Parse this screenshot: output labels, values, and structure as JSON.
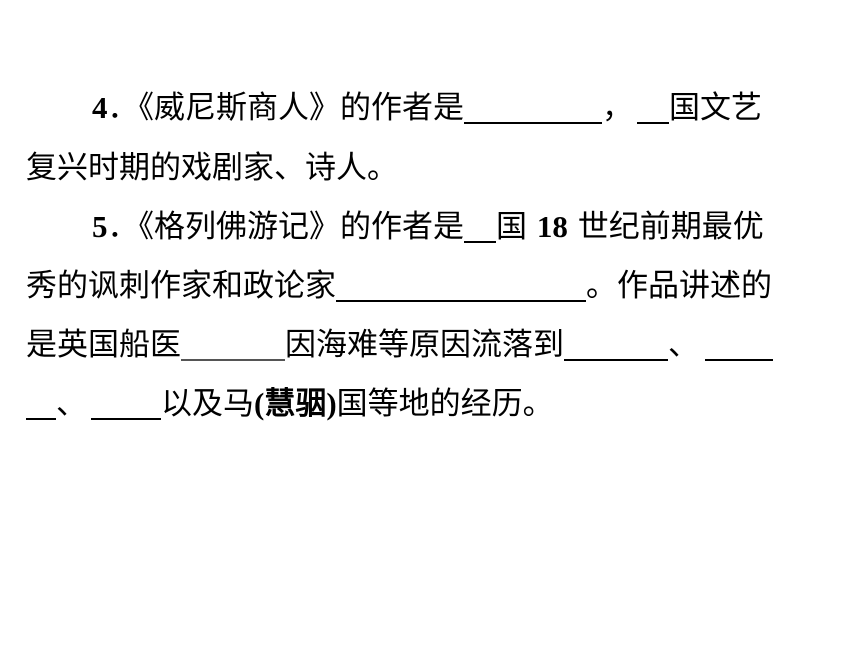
{
  "q4": {
    "number": "4",
    "part1": "．《威尼斯商人》的作者是",
    "part2": "，",
    "part3": "国文艺",
    "line2": "复兴时期的戏剧家、诗人。"
  },
  "q5": {
    "number": "5",
    "part1": "．《格列佛游记》的作者是",
    "part2": "国",
    "num18": "18",
    "part3": "世纪前期最优",
    "line2a": "秀的讽刺作家和政论家",
    "line2b": "。作品讲述的",
    "line3a": "是英国船医",
    "line3b": "因海难等原因流落到",
    "line3c": "、",
    "line4a": "、",
    "line4b": "以及马",
    "line4c": "(慧骃)",
    "line4d": "国等地的经历。"
  }
}
